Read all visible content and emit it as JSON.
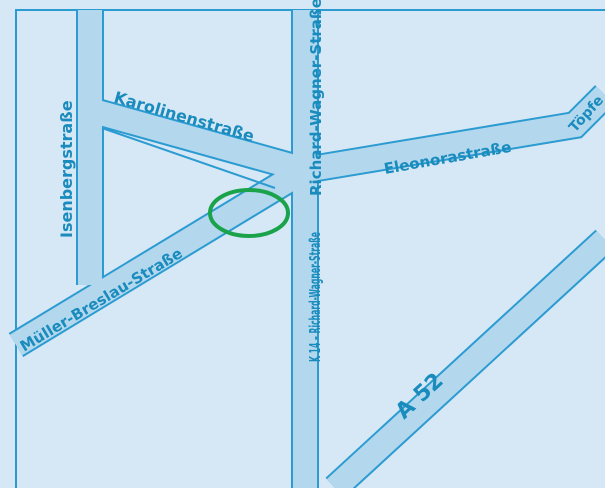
{
  "colors": {
    "background": "#d6e7f5",
    "road_fill": "#b3d8ee",
    "road_edge": "#2b9bd1",
    "label": "#1a8bbd",
    "marker": "#1aa34a",
    "frame": "#2b9bd1"
  },
  "streets": {
    "isenberg": "Isenbergstraße",
    "karolinen": "Karolinenstraße",
    "richard_wagner": "Richard-Wagner-Straße",
    "k14": "K 14 – Richard-Wagner-Straße",
    "eleonora": "Eleonorastraße",
    "toepfer": "Töpfe",
    "mueller_breslau": "Müller-Breslau-Straße",
    "a52": "A 52"
  },
  "marker": {
    "shape": "ellipse",
    "meaning": "location"
  }
}
